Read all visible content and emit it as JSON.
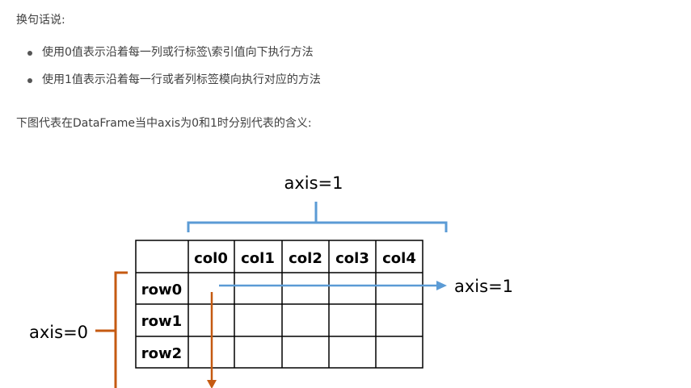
{
  "intro_text": "换句话说:",
  "bullets": [
    "使用0值表示沿着每一列或行标签\\索引值向下执行方法",
    "使用1值表示沿着每一行或者列标签模向执行对应的方法"
  ],
  "caption": "下图代表在DataFrame当中axis为0和1时分别代表的含义:",
  "diagram": {
    "top_axis_label": "axis=1",
    "right_axis_label": "axis=1",
    "left_axis_label": "axis=0",
    "columns": [
      "col0",
      "col1",
      "col2",
      "col3",
      "col4"
    ],
    "rows": [
      "row0",
      "row1",
      "row2"
    ],
    "colors": {
      "axis1": "#5b9bd5",
      "axis0": "#c55a11",
      "grid": "#000000"
    }
  }
}
